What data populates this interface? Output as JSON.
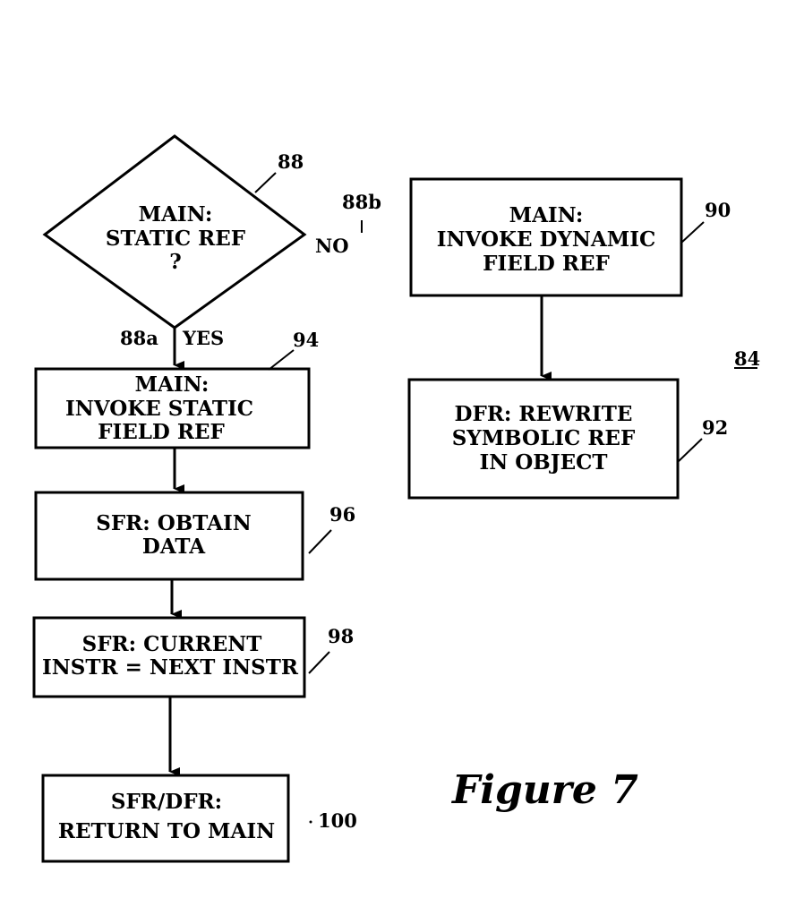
{
  "diagram": {
    "figure_label": "Figure 7",
    "figure_ref": "84",
    "decision": {
      "ref": "88",
      "lines": [
        "MAIN:",
        "STATIC REF",
        "?"
      ],
      "yes_ref": "88a",
      "yes_label": "YES",
      "no_ref": "88b",
      "no_label": "NO"
    },
    "box_94": {
      "ref": "94",
      "lines": [
        "MAIN:",
        "INVOKE STATIC",
        "FIELD REF"
      ]
    },
    "box_96": {
      "ref": "96",
      "lines": [
        "SFR:  OBTAIN",
        "DATA"
      ]
    },
    "box_98": {
      "ref": "98",
      "lines": [
        "SFR:  CURRENT",
        "INSTR = NEXT INSTR"
      ]
    },
    "box_100": {
      "ref": "100",
      "lines": [
        "SFR/DFR:",
        "RETURN TO MAIN"
      ]
    },
    "box_90": {
      "ref": "90",
      "lines": [
        "MAIN:",
        "INVOKE DYNAMIC",
        "FIELD REF"
      ]
    },
    "box_92": {
      "ref": "92",
      "lines": [
        "DFR: REWRITE",
        "SYMBOLIC REF",
        "IN OBJECT"
      ]
    }
  }
}
